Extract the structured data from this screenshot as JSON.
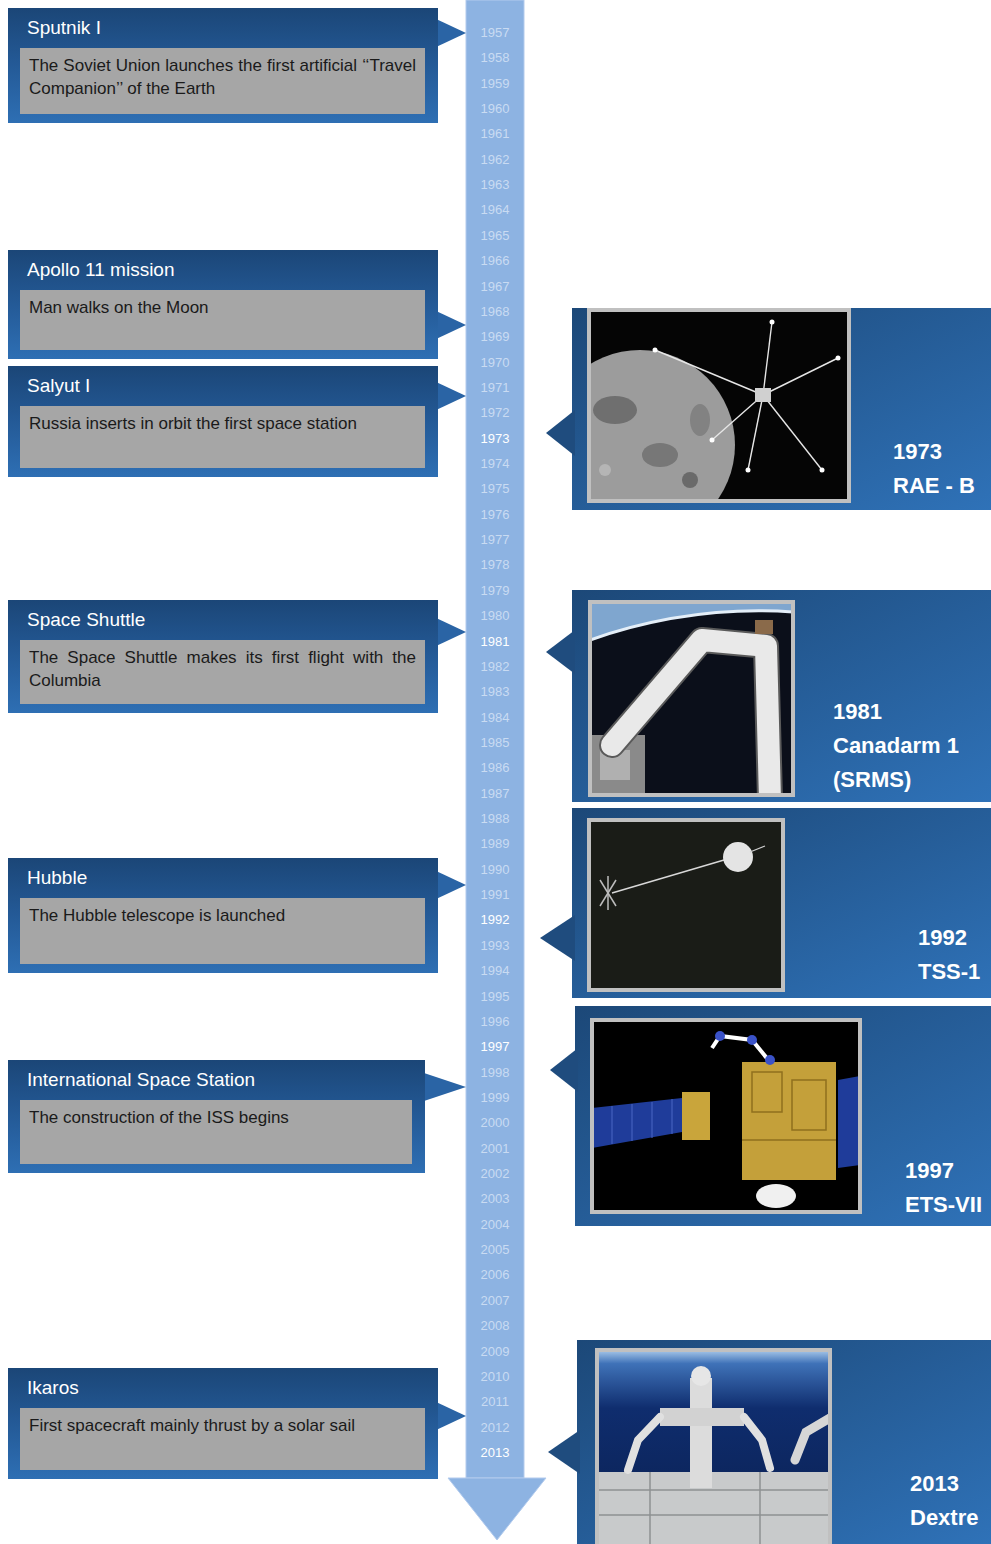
{
  "diagram": {
    "nodes": [
      {
        "text": [
          "Sputnik I",
          "The Soviet Union launches the first artificial ‘‘Travel Companion’’ of the Earth"
        ]
      },
      {
        "text": [
          "Apollo 11 mission",
          "Man walks on the Moon"
        ]
      },
      {
        "text": [
          "Salyut I",
          "Russia inserts in orbit the first space station"
        ]
      },
      {
        "text": [
          "Space Shuttle",
          "The Space Shuttle makes its first flight with the Columbia"
        ]
      },
      {
        "text": [
          "Hubble",
          "The Hubble telescope is launched"
        ]
      },
      {
        "text": [
          "International Space Station",
          "The construction of the ISS begins"
        ]
      },
      {
        "text": [
          "Ikaros",
          "First spacecraft mainly thrust by a solar sail"
        ]
      },
      {
        "text": [
          "1973",
          "RAE - B"
        ]
      },
      {
        "text": [
          "1981",
          "Canadarm 1 (SRMS)"
        ]
      },
      {
        "text": [
          "1992",
          "TSS-1"
        ]
      },
      {
        "text": [
          "1997",
          "ETS-VII"
        ]
      },
      {
        "text": [
          "2013",
          "Dextre"
        ]
      }
    ],
    "labels": [
      "1957",
      "1958",
      "1959",
      "1960",
      "1961",
      "1962",
      "1963",
      "1964",
      "1965",
      "1966",
      "1967",
      "1968",
      "1969",
      "1970",
      "1971",
      "1972",
      "1973",
      "1974",
      "1975",
      "1976",
      "1977",
      "1978",
      "1979",
      "1980",
      "1981",
      "1982",
      "1983",
      "1984",
      "1985",
      "1986",
      "1987",
      "1988",
      "1989",
      "1990",
      "1991",
      "1992",
      "1993",
      "1994",
      "1995",
      "1996",
      "1997",
      "1998",
      "1999",
      "2000",
      "2001",
      "2002",
      "2003",
      "2004",
      "2005",
      "2006",
      "2007",
      "2008",
      "2009",
      "2010",
      "2011",
      "2012",
      "2013"
    ]
  }
}
